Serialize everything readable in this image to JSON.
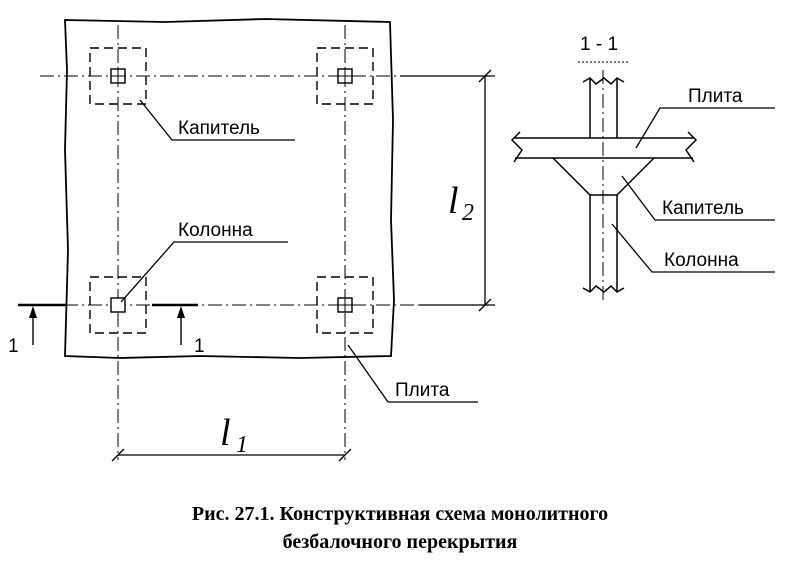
{
  "plan": {
    "label_capital": "Капитель",
    "label_column": "Колонна",
    "label_slab": "Плита",
    "dim_l1": "l",
    "dim_l1_sub": "1",
    "dim_l2": "l",
    "dim_l2_sub": "2",
    "section_mark_left": "1",
    "section_mark_right": "1"
  },
  "section": {
    "title": "1 - 1",
    "label_slab": "Плита",
    "label_capital": "Капитель",
    "label_column": "Колонна"
  },
  "caption": {
    "line1": "Рис. 27.1. Конструктивная схема монолитного",
    "line2": "безбалочного перекрытия"
  }
}
